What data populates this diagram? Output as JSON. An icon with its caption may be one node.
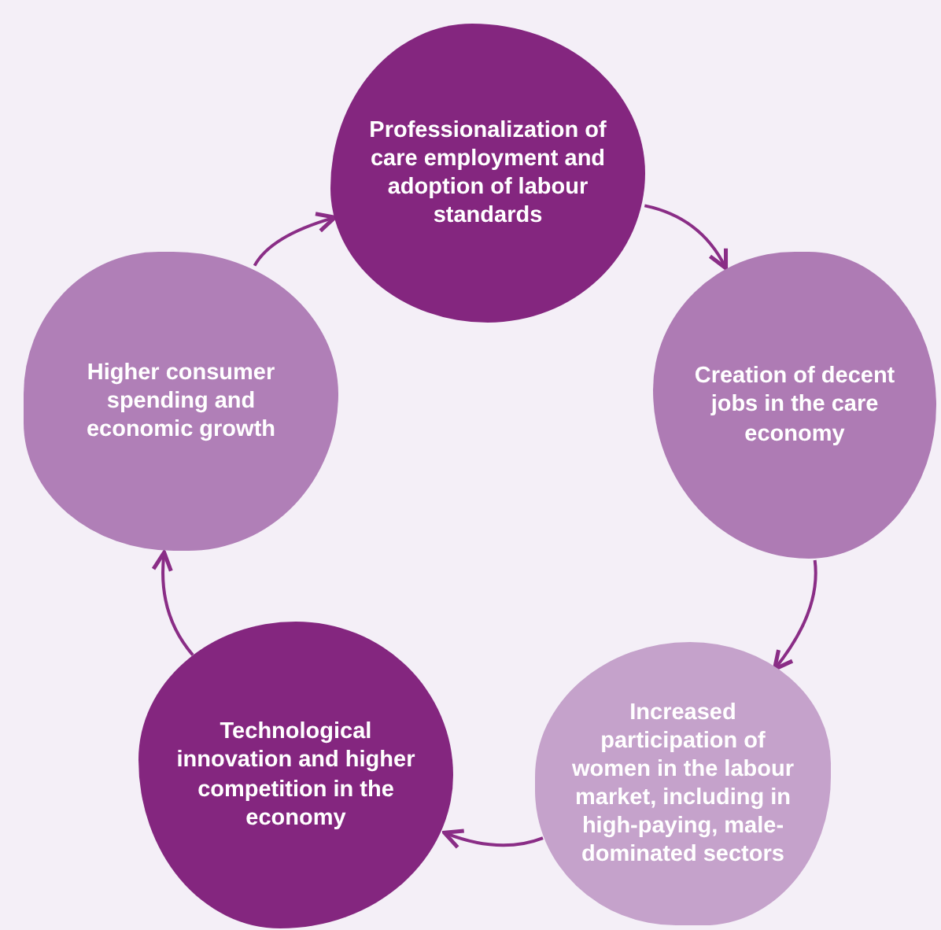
{
  "diagram": {
    "nodes": [
      {
        "text": [
          "Professionalization of care employment and adoption of labour standards"
        ]
      },
      {
        "text": [
          "Creation of decent jobs in the care economy"
        ]
      },
      {
        "text": [
          "Increased participation of women in the labour market, including in high-paying, male-dominated sectors"
        ]
      },
      {
        "text": [
          "Technological innovation and higher competition in the economy"
        ]
      },
      {
        "text": [
          "Higher consumer spending and economic growth"
        ]
      }
    ],
    "edges": [
      {
        "from": 0,
        "to": 1,
        "arrow": "to"
      },
      {
        "from": 1,
        "to": 2,
        "arrow": "to"
      },
      {
        "from": 2,
        "to": 3,
        "arrow": "to"
      },
      {
        "from": 3,
        "to": 4,
        "arrow": "to"
      },
      {
        "from": 4,
        "to": 0,
        "arrow": "to"
      }
    ]
  }
}
